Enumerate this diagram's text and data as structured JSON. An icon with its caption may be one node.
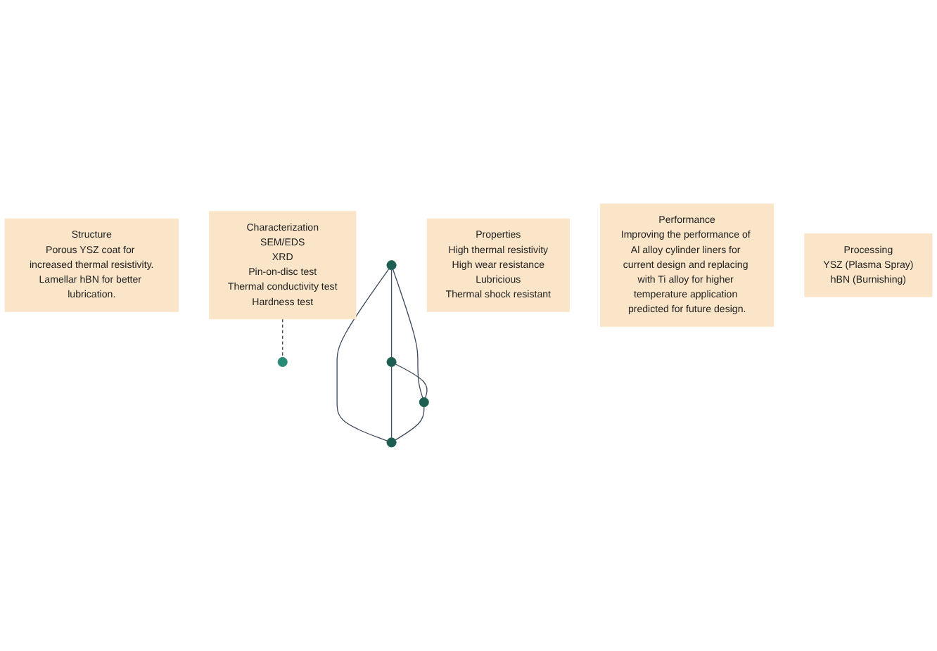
{
  "diagram": {
    "nodes": [
      {
        "text": [
          "Structure",
          "Porous YSZ coat for increased thermal resistivity.",
          "Lamellar hBN for better lubrication."
        ]
      },
      {
        "text": [],
        "shape": "circle"
      },
      {
        "text": [
          "Characterization",
          "SEM/EDS",
          "XRD",
          "Pin-on-disc test",
          "Thermal conductivity test",
          "Hardness test"
        ]
      },
      {
        "text": [],
        "shape": "circle"
      },
      {
        "text": [
          "Properties",
          "High thermal resistivity",
          "High wear resistance",
          "Lubricious",
          "Thermal shock resistant"
        ]
      },
      {
        "text": [],
        "shape": "circle"
      },
      {
        "text": [],
        "shape": "circle"
      },
      {
        "text": [
          "Performance",
          "Improving the performance of Al alloy cylinder liners for current design and replacing with Ti alloy for higher temperature application predicted for future design."
        ]
      },
      {
        "text": [],
        "shape": "circle"
      },
      {
        "text": [
          "Processing",
          "YSZ (Plasma Spray)",
          "hBN (Burnishing)"
        ]
      }
    ],
    "edges": [
      {
        "from": 1,
        "to": 6,
        "arrow": "none"
      },
      {
        "from": 1,
        "to": 5,
        "arrow": "none"
      },
      {
        "from": 1,
        "to": 8,
        "arrow": "none"
      },
      {
        "from": 6,
        "to": 5,
        "arrow": "none"
      },
      {
        "from": 6,
        "to": 8,
        "arrow": "none"
      },
      {
        "from": 5,
        "to": 8,
        "arrow": "none"
      },
      {
        "from": 2,
        "to": 3,
        "arrow": "none",
        "style": "dashed"
      }
    ]
  }
}
